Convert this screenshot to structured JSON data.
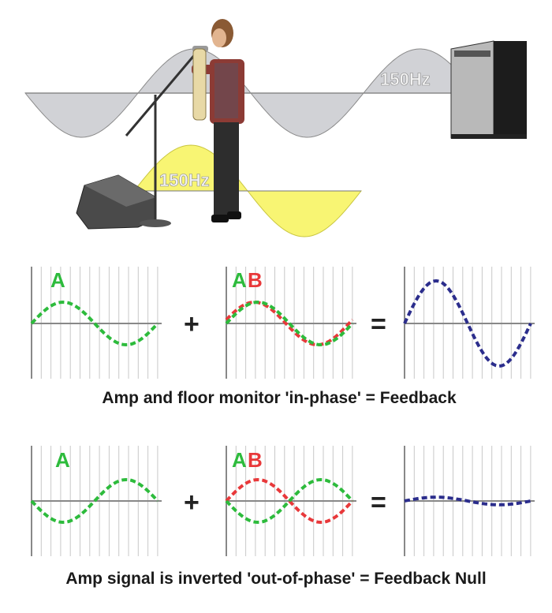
{
  "illustration": {
    "amp_wave_label": "150Hz",
    "monitor_wave_label": "150Hz",
    "amp_wave_color": "#c8c8cc",
    "monitor_wave_color": "#f7f35a"
  },
  "colors": {
    "A": "#2dbb3c",
    "B": "#e8383a",
    "sum": "#2b2d8c",
    "grid": "#c8c8c8",
    "axis": "#888888"
  },
  "rows": [
    {
      "caption": "Amp and floor monitor 'in-phase' = Feedback",
      "plus": "+",
      "equals": "=",
      "label_a": "A",
      "label_b": "B",
      "wave_a": {
        "amplitude": 1.0,
        "phase_deg": 0
      },
      "wave_b": {
        "amplitude": 1.0,
        "phase_deg": 10
      },
      "sum": {
        "amplitude": 2.0,
        "phase_deg": 0
      }
    },
    {
      "caption": "Amp signal is inverted 'out-of-phase' = Feedback Null",
      "plus": "+",
      "equals": "=",
      "label_a": "A",
      "label_b": "B",
      "wave_a": {
        "amplitude": -1.0,
        "phase_deg": 0
      },
      "wave_b": {
        "amplitude": 1.0,
        "phase_deg": 0
      },
      "sum": {
        "amplitude": 0.18,
        "phase_deg": 0
      }
    }
  ]
}
